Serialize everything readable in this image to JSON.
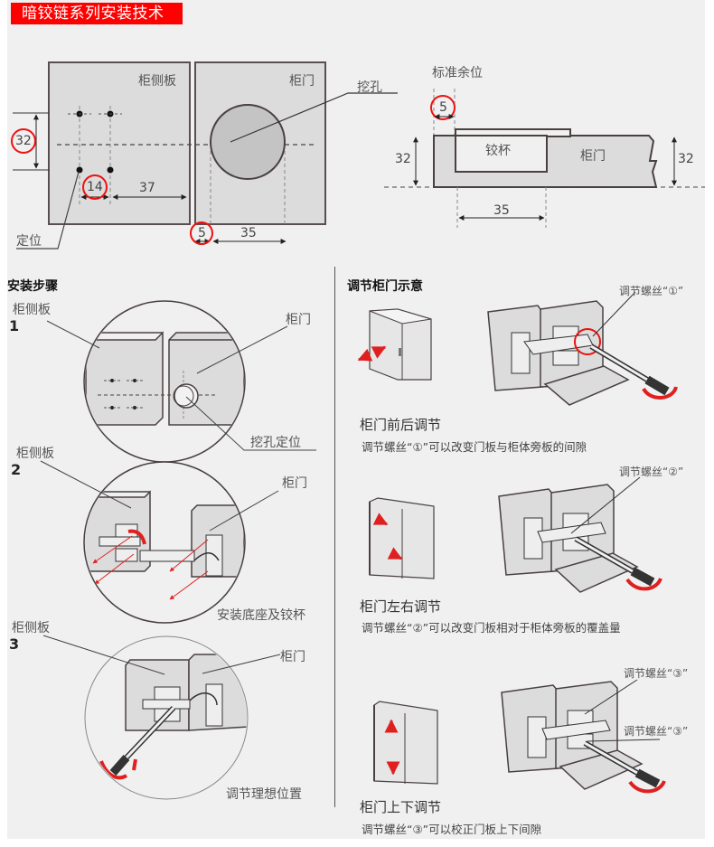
{
  "title": "暗铰链系列安装技术",
  "colors": {
    "accent": "#ff0000",
    "panel": "#f0f0f0",
    "board": "#dcdcdc",
    "line": "#4a4040"
  },
  "top_diagram": {
    "side_panel_label": "柜侧板",
    "door_label": "柜门",
    "hole_label": "挖孔",
    "position_label": "定位",
    "dim_32": "32",
    "dim_14": "14",
    "dim_37": "37",
    "dim_5": "5",
    "dim_35": "35"
  },
  "section_diagram": {
    "standard_margin_label": "标准余位",
    "dim_5": "5",
    "cup_label": "铰杯",
    "door_label": "柜门",
    "dim_32_left": "32",
    "dim_32_right": "32",
    "dim_35": "35"
  },
  "install_steps": {
    "heading": "安装步骤",
    "steps": [
      {
        "number": "1",
        "side_label": "柜侧板",
        "door_label": "柜门",
        "caption": "挖孔定位"
      },
      {
        "number": "2",
        "side_label": "柜侧板",
        "door_label": "柜门",
        "caption": "安装底座及铰杯"
      },
      {
        "number": "3",
        "side_label": "柜侧板",
        "door_label": "柜门",
        "caption": "调节理想位置"
      }
    ]
  },
  "adjust": {
    "heading": "调节柜门示意",
    "items": [
      {
        "screw_label": "调节螺丝“①”",
        "title": "柜门前后调节",
        "desc": "调节螺丝“①”可以改变门板与柜体旁板的间隙"
      },
      {
        "screw_label": "调节螺丝“②”",
        "title": "柜门左右调节",
        "desc": "调节螺丝“②”可以改变门板相对于柜体旁板的覆盖量"
      },
      {
        "screw_label": "调节螺丝“③”",
        "screw_label_2": "调节螺丝“③”",
        "title": "柜门上下调节",
        "desc": "调节螺丝“③”可以校正门板上下间隙"
      }
    ]
  }
}
